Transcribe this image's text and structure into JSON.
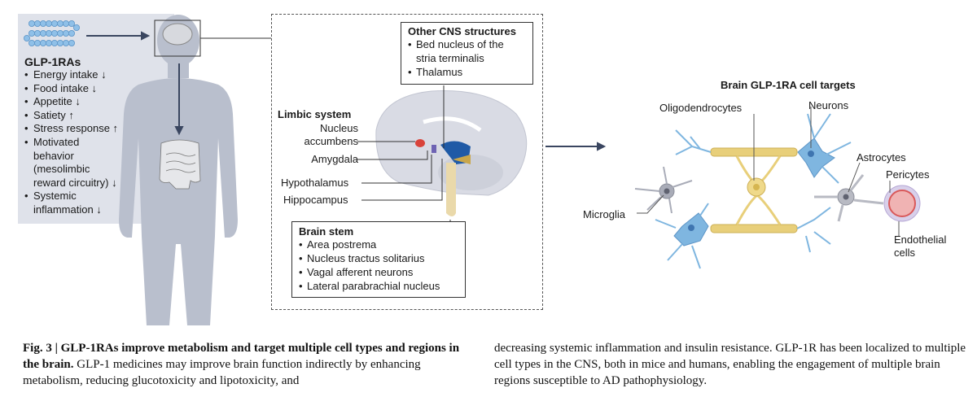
{
  "left_panel": {
    "title": "GLP-1RAs",
    "effects": [
      "Energy intake ↓",
      "Food intake ↓",
      "Appetite ↓",
      "Satiety ↑",
      "Stress response ↑",
      "Motivated",
      "behavior",
      "(mesolimbic",
      "reward circuitry) ↓",
      "Systemic",
      "inflammation ↓"
    ]
  },
  "brain_panel": {
    "other_cns": {
      "title": "Other CNS structures",
      "items": [
        "Bed nucleus of the stria terminalis",
        "Thalamus"
      ]
    },
    "limbic": {
      "title": "Limbic system",
      "labels": [
        "Nucleus",
        "accumbens",
        "Amygdala",
        "Hypothalamus",
        "Hippocampus"
      ]
    },
    "brain_stem": {
      "title": "Brain stem",
      "items": [
        "Area postrema",
        "Nucleus tractus solitarius",
        "Vagal afferent neurons",
        "Lateral parabrachial nucleus"
      ]
    }
  },
  "cell_panel": {
    "title": "Brain  GLP-1RA cell targets",
    "labels": {
      "oligodendrocytes": "Oligodendrocytes",
      "neurons": "Neurons",
      "astrocytes": "Astrocytes",
      "pericytes": "Pericytes",
      "microglia": "Microglia",
      "endothelial_1": "Endothelial",
      "endothelial_2": "cells"
    }
  },
  "caption": {
    "bold_part": "Fig. 3 | GLP-1RAs improve metabolism and target multiple cell types and regions in the brain.",
    "col1_rest": " GLP-1 medicines may improve brain function indirectly by enhancing metabolism, reducing glucotoxicity and lipotoxicity, and",
    "col2": "decreasing systemic inflammation and insulin resistance. GLP-1R has been localized to multiple cell types in the CNS, both in mice and humans, enabling the engagement of multiple brain regions susceptible to AD pathophysiology."
  },
  "colors": {
    "panel_bg": "#dfe2ea",
    "body_silhouette": "#b9bfcd",
    "arrow": "#3a4660",
    "peptide": "#8fc0e8",
    "neuron_blue": "#7fb6e0",
    "oligo_yellow": "#e8cf7a",
    "glia_gray": "#a9acb8",
    "vessel_red": "#e98a8a"
  }
}
